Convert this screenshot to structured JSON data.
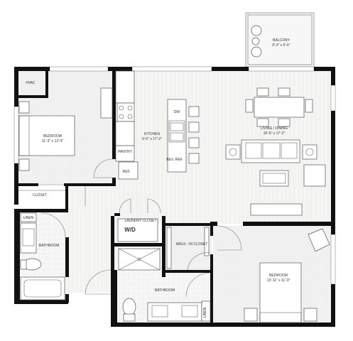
{
  "rooms": {
    "balcony": {
      "name": "BALCONY",
      "dims": "8'-0\" x 5'-6\""
    },
    "hvac": {
      "name": "HVAC"
    },
    "bedroom1": {
      "name": "BEDROOM",
      "dims": "11'-3\" x 13'-3\""
    },
    "closet1": {
      "name": "CLOSET"
    },
    "kitchen": {
      "name": "KITCHEN",
      "dims": "9'-0\" x 17'-2\""
    },
    "pantry": {
      "name": "PANTRY"
    },
    "ref": {
      "name": "REF."
    },
    "dw": {
      "name": "DW"
    },
    "bev_ref": {
      "name": "BEV. REF."
    },
    "living": {
      "name": "LIVING / DINING",
      "dims": "16'-6\" x 17'-2\""
    },
    "linen1": {
      "name": "LINEN"
    },
    "bathroom1": {
      "name": "BATHROOM"
    },
    "laundry": {
      "name": "LAUNDRY CLOSET"
    },
    "wd": {
      "name": "W/D"
    },
    "walkin": {
      "name": "WALK - IN CLOSET"
    },
    "bedroom2": {
      "name": "BEDROOM",
      "dims": "13'-11\" x 11'-9\""
    },
    "bathroom2": {
      "name": "BATHROOM"
    },
    "linen2": {
      "name": "LINEN"
    }
  }
}
